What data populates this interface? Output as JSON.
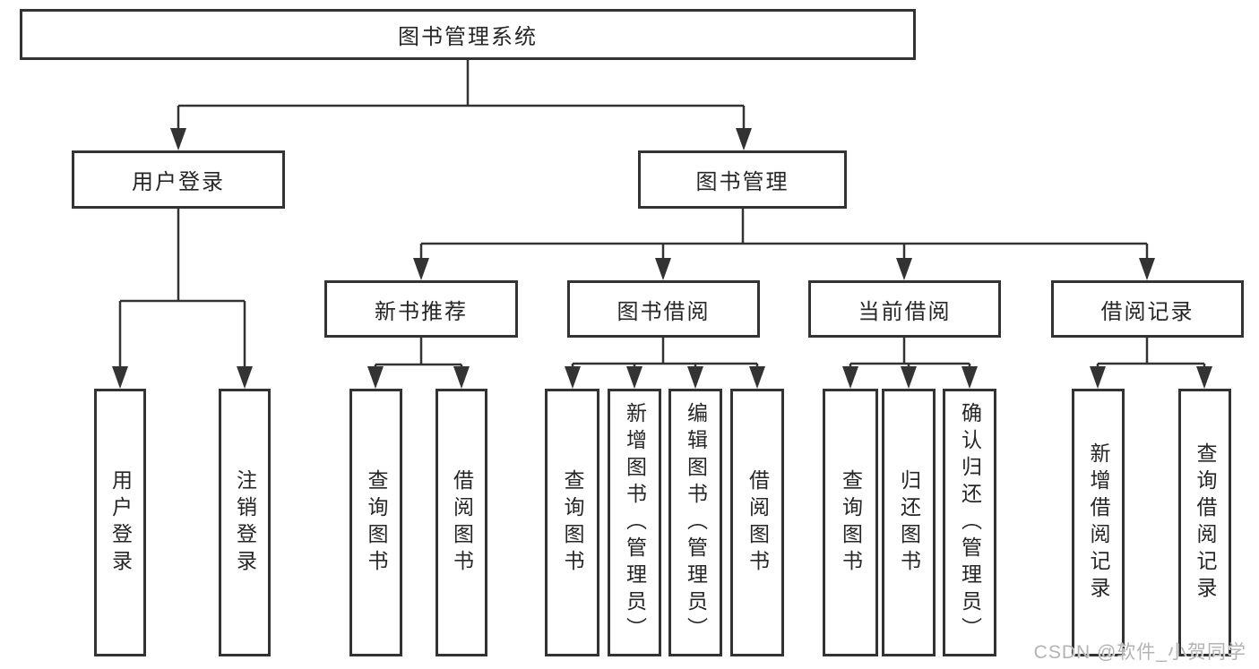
{
  "diagram": {
    "root": {
      "label": "图书管理系统"
    },
    "level2": {
      "user_login": "用户登录",
      "book_management": "图书管理"
    },
    "level3": {
      "new_book_recommend": "新书推荐",
      "book_borrowing": "图书借阅",
      "current_borrowing": "当前借阅",
      "borrowing_records": "借阅记录"
    },
    "leaves": {
      "user_login": "用户登录",
      "logout": "注销登录",
      "nb_query_books": "查询图书",
      "nb_borrow_books": "借阅图书",
      "bb_query_books": "查询图书",
      "bb_add_books_admin": "新增图书（管理员）",
      "bb_edit_books_admin": "编辑图书（管理员）",
      "bb_borrow_books": "借阅图书",
      "cb_query_books": "查询图书",
      "cb_return_books": "归还图书",
      "cb_confirm_return_admin": "确认归还（管理员）",
      "br_add_record": "新增借阅记录",
      "br_query_record": "查询借阅记录"
    },
    "watermark": "CSDN @软件_小贺同学"
  },
  "colors": {
    "line": "#333333",
    "text": "#262626",
    "background": "#ffffff",
    "watermark": "#b3b3b3"
  }
}
